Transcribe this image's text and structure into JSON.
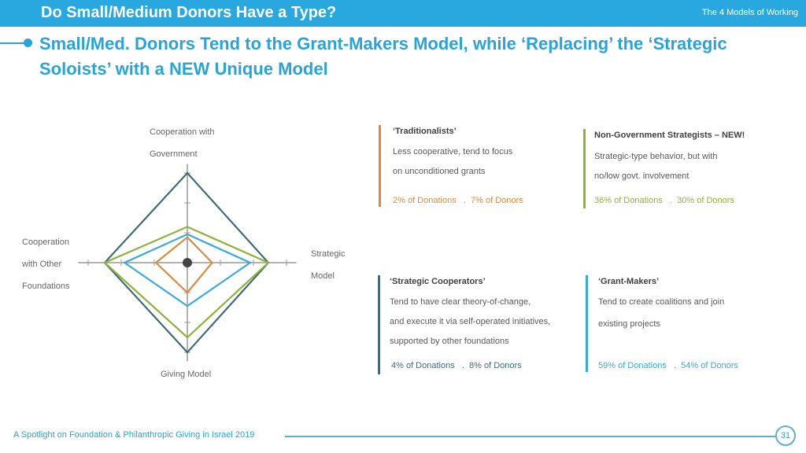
{
  "header": {
    "title": "Do Small/Medium Donors Have a Type?",
    "section": "The 4 Models of Working"
  },
  "subtitle": "Small/Med. Donors Tend to the Grant-Makers Model, while ‘Replacing’ the ‘Strategic Soloists’ with a NEW Unique Model",
  "chart_data": {
    "type": "radar",
    "axes": [
      "Cooperation with Government",
      "Strategic Model",
      "Giving Model",
      "Cooperation with Other Foundations"
    ],
    "axis_labels": {
      "top": [
        "Cooperation with",
        "Government"
      ],
      "right": [
        "Strategic",
        "Model"
      ],
      "bottom": [
        "Giving Model"
      ],
      "left": [
        "Cooperation",
        "with Other",
        "Foundations"
      ]
    },
    "range": [
      0,
      3
    ],
    "ticks": [
      1,
      2,
      3
    ],
    "series": [
      {
        "name": "Strategic Cooperators",
        "color": "#3f6b7a",
        "values": [
          3,
          2.45,
          3,
          2.5
        ]
      },
      {
        "name": "Non-Government Strategists",
        "color": "#8db33a",
        "values": [
          1.2,
          2.45,
          2.5,
          2.5
        ]
      },
      {
        "name": "Grant-Makers",
        "color": "#3aaad8",
        "values": [
          0.95,
          1.9,
          1.45,
          1.9
        ]
      },
      {
        "name": "Traditionalists",
        "color": "#d98b3e",
        "values": [
          0.85,
          0.75,
          1.0,
          0.95
        ]
      }
    ]
  },
  "cards": {
    "traditionalists": {
      "title": "‘Traditionalists’",
      "lines": [
        "Less cooperative, tend to focus",
        "on unconditioned  grants"
      ],
      "stats": "2% of Donations   .  7% of Donors",
      "color": "#d98b3e"
    },
    "nongov": {
      "title": "Non-Government Strategists – NEW!",
      "lines": [
        "Strategic-type behavior, but with",
        "no/low govt. involvement"
      ],
      "stats": "36% of Donations   .  30% of Donors",
      "color": "#8db33a"
    },
    "cooperators": {
      "title": "‘Strategic Cooperators’",
      "lines": [
        "Tend to have clear theory-of-change,",
        "and execute it via self-operated initiatives,",
        "supported by other foundations"
      ],
      "stats": "4% of Donations   .  8% of Donors",
      "color": "#3f6b7a"
    },
    "grantmakers": {
      "title": "‘Grant-Makers’",
      "lines": [
        "Tend to create coalitions and join",
        "existing projects"
      ],
      "stats": "59% of Donations   .  54% of Donors",
      "color": "#3aaad8"
    }
  },
  "footer": {
    "text": "A Spotlight on Foundation & Philanthropic Giving in Israel 2019",
    "page": "31"
  }
}
